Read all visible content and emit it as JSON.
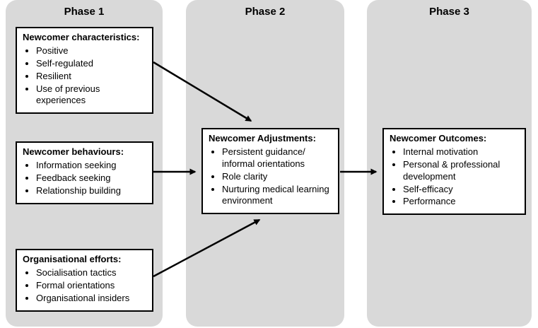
{
  "phases": {
    "p1": "Phase 1",
    "p2": "Phase 2",
    "p3": "Phase 3"
  },
  "boxes": {
    "characteristics": {
      "title": "Newcomer characteristics:",
      "items": [
        "Positive",
        "Self-regulated",
        "Resilient",
        "Use of previous experiences"
      ]
    },
    "behaviours": {
      "title": "Newcomer behaviours:",
      "items": [
        "Information seeking",
        "Feedback seeking",
        "Relationship building"
      ]
    },
    "organisational": {
      "title": "Organisational efforts:",
      "items": [
        "Socialisation tactics",
        "Formal orientations",
        "Organisational insiders"
      ]
    },
    "adjustments": {
      "title": "Newcomer Adjustments:",
      "items": [
        "Persistent guidance/ informal orientations",
        "Role clarity",
        "Nurturing medical learning environment"
      ]
    },
    "outcomes": {
      "title": "Newcomer Outcomes:",
      "items": [
        "Internal motivation",
        "Personal & professional development",
        "Self-efficacy",
        "Performance"
      ]
    }
  },
  "colors": {
    "column_background": "#d9d9d9",
    "box_border": "#000000",
    "arrow": "#000000"
  }
}
